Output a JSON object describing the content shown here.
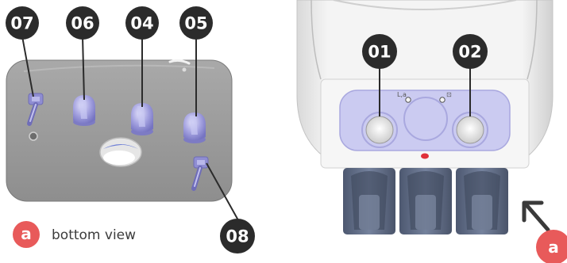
{
  "callouts": {
    "c07": "07",
    "c06": "06",
    "c04": "04",
    "c05": "05",
    "c08": "08",
    "c01": "01",
    "c02": "02"
  },
  "view_badge": "a",
  "caption": "bottom view",
  "panel_marks": {
    "left_indicator": "L,a",
    "right_indicator": "⊡"
  },
  "colors": {
    "callout": "#2b2b2b",
    "badge": "#e85a5a",
    "panel": "#c9c9f0",
    "knob": "#9a98dc",
    "holder": "#5d6a82",
    "led": "#e0303a"
  }
}
